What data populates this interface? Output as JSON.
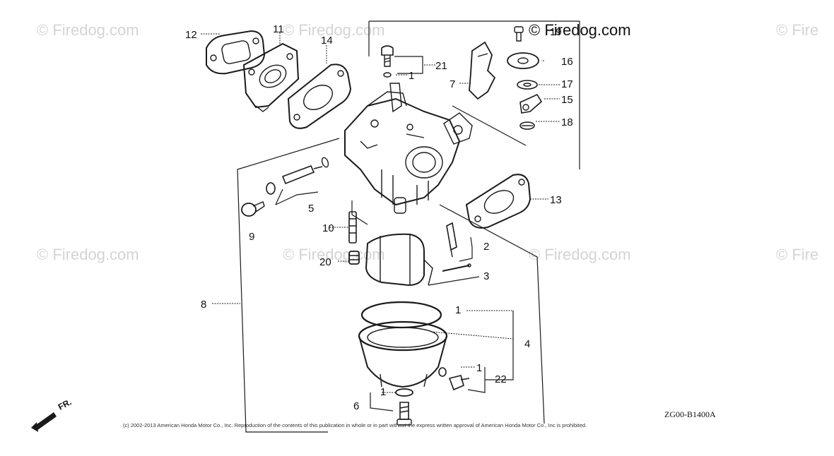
{
  "watermarks": {
    "text_faint": "© Firedog.com",
    "text_partial": "© Fire",
    "text_dark": "© Firedog.com"
  },
  "diagram_code": "ZG00-B1400A",
  "copyright": "(c) 2002-2013 American Honda Motor Co., Inc. Reproduction of the contents of this publication in whole or in part without the express written approval of American Honda Motor Co., Inc is prohibited.",
  "front_marker": "FR.",
  "callouts": {
    "c1a": "1",
    "c1b": "1",
    "c1c": "1",
    "c1d": "1",
    "c2": "2",
    "c3": "3",
    "c4": "4",
    "c5": "5",
    "c6": "6",
    "c7": "7",
    "c8": "8",
    "c9": "9",
    "c10": "10",
    "c11": "11",
    "c12": "12",
    "c13": "13",
    "c14": "14",
    "c15": "15",
    "c16": "16",
    "c17": "17",
    "c18": "18",
    "c19": "19",
    "c20": "20",
    "c21": "21",
    "c22": "22"
  },
  "colors": {
    "ink": "#1a1a1a",
    "watermark": "#d4d4d4"
  }
}
